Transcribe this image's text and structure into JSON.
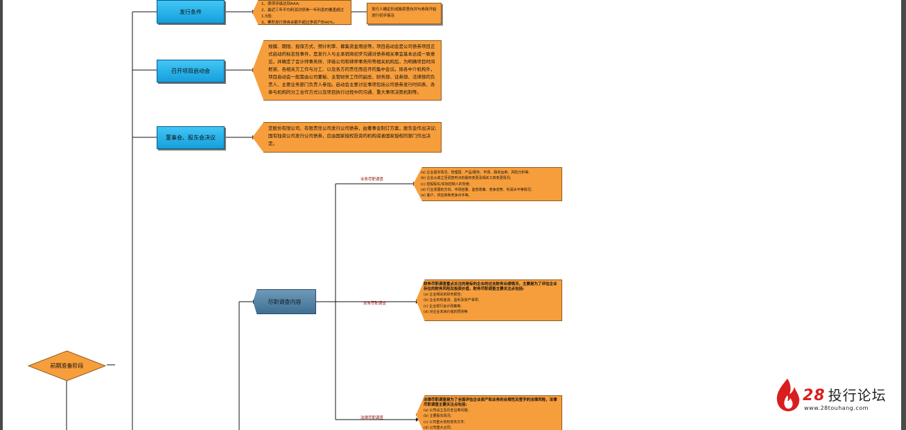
{
  "nodes": {
    "issue_conditions": "发行条件",
    "issue_conditions_detail": "1、债项评级达到AAA;\n2、最近三年平均利润对债券一年利息的覆盖超过1.5倍;\n3、累积发行债券余额不超过净资产的40%。",
    "issuer_decision": "发行人确定形成融资意向并与券商开始进行初步接洽",
    "kickoff": "召开项目启动会",
    "kickoff_detail": "规模、期限、担保方式、预计利率、募集资金用途等。项目启动会是公司债券项目正式启动的标志性事件，是发行人与主承销商初步沟通对债券相关事宜基本达成一致意见，并确定了会计师事务所、评级公司和律师事务所等相关机构后，为明确项目时间框架、各相关方工作与分工、以及各方的责任而召开的集中会议。除各中介机构外，项目启动会一般需由公司董秘、主管财务工作的副总、财务部、证券部、法律部的负责人、主要业务部门负责人参加。启动会主要讨论事项包括公司债券发行时间表、各参与机构的分工合作方式以及项目执行过程中的沟通、重大事项决策机制等。",
    "board_resolution": "董事会、股东会决议",
    "board_resolution_detail": "定股份有限公司、有限责任公司发行公司债券，由董事会制订方案，股东会作出决议;国有独资公司发行公司债券，应由国家授权投资的机构或者国家授权的部门作出决定。",
    "due_diligence": "尽职调查内容",
    "pre_stage": "前期准备阶段"
  },
  "branches": {
    "business_top": "业务尽职调查",
    "business_mid": "业务尽职调查",
    "legal": "法律尽职调查"
  },
  "subnotes": {
    "business": {
      "lines": [
        "(a) 企业基本情况、管理团、产品/服务、市场、融资运用、风险分析等;",
        "(b) 企业从成立至调查时点的股权变更及相关工商变更情况;",
        "(c) 控股股东/实际控制人的背景;",
        "(d) 行业发展的方向、市场容量、监管政策、竞争态势、利润水平等情况;",
        "(e) 客户、供应商和竞争对手等。"
      ]
    },
    "finance": {
      "head": "财务尽职调查重点关注的是标的企业的过去财务业绩情况，主要是为了评估企业存在的财务风险及投资价值，财务尽职调查主要关注点包括:",
      "lines": [
        "(a) 企业相关的财务报告;",
        "(b) 企业的现金流、盈利及资产事项;",
        "(c) 企业现行会计政策等;",
        "(d) 对企业未来价值的预测等"
      ]
    },
    "legal": {
      "head": "法律尽职调查是为了全面评估企业资产和业务的合规性及签字的法律风险，法律尽职调查主要关注点包括:",
      "lines": [
        "(a) 公司设立及历史沿革问题;",
        "(b) 主要股东情况;",
        "(c) 公司重大债权债务文件;",
        "(d) 公司重大合同;"
      ]
    }
  },
  "logo": {
    "number": "28",
    "name": "投行论坛",
    "url": "www.28touhang.com"
  },
  "colors": {
    "blue_node": "#159fdc",
    "steel_node": "#3f6f93",
    "orange_node": "#f79e3c",
    "branch_label": "#8b0000",
    "logo_red": "#d81e1e"
  }
}
